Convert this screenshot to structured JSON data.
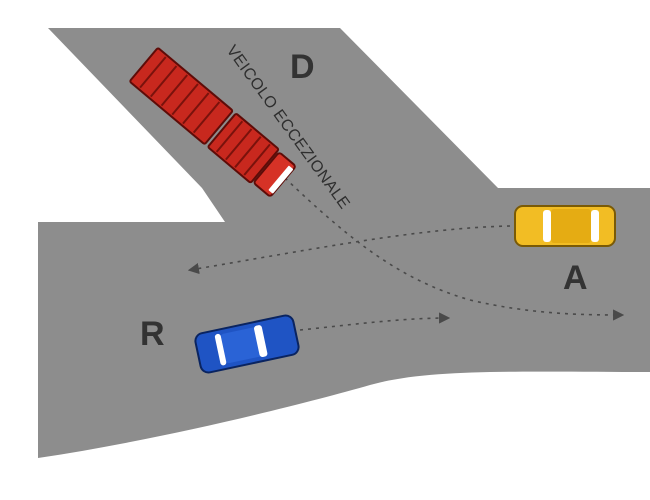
{
  "labels": {
    "d": "D",
    "a": "A",
    "r": "R",
    "truck_text": "VEICOLO ECCEZIONALE"
  },
  "colors": {
    "road": "#8d8d8d",
    "edge": "#ffffff",
    "truck": "#c8281e",
    "car_a": "#f2bd24",
    "car_r": "#1f54c4",
    "path": "#4a4a4a"
  }
}
